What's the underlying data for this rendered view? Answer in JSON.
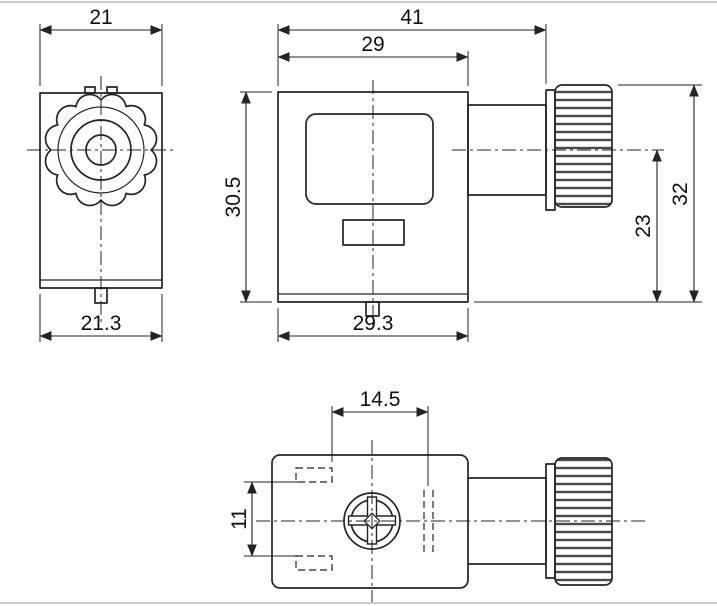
{
  "drawing": {
    "background": "#ffffff",
    "line_color": "#242424",
    "views": {
      "front": {
        "dim_top_width": "21",
        "dim_bottom_width": "21.3"
      },
      "side": {
        "dim_overall_width": "41",
        "dim_body_width": "29",
        "dim_body_height": "30.5",
        "dim_bottom_width": "29.3",
        "dim_center_to_base": "23",
        "dim_overall_height": "32"
      },
      "plan": {
        "dim_contact_spacing": "14.5",
        "dim_slot_spacing": "11"
      }
    }
  }
}
